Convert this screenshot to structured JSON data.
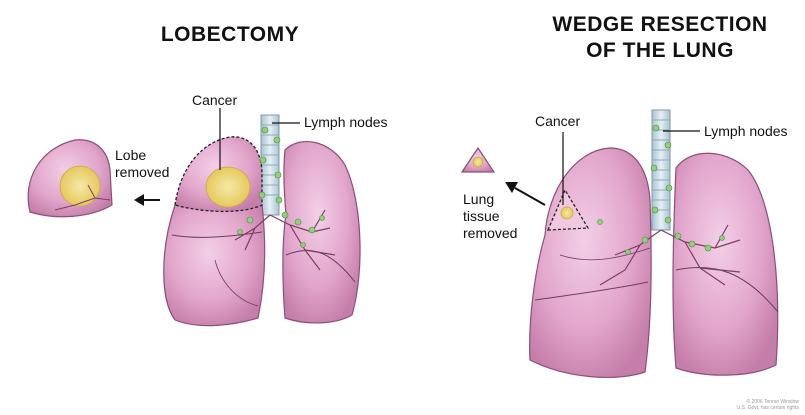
{
  "left_panel": {
    "title": "LOBECTOMY",
    "label_cancer": "Cancer",
    "label_lymph": "Lymph nodes",
    "label_lobe_line1": "Lobe",
    "label_lobe_line2": "removed"
  },
  "right_panel": {
    "title_line1": "WEDGE RESECTION",
    "title_line2": "OF THE LUNG",
    "label_cancer": "Cancer",
    "label_lymph": "Lymph nodes",
    "label_tissue_line1": "Lung",
    "label_tissue_line2": "tissue",
    "label_tissue_line3": "removed"
  },
  "copyright_line1": "© 2006 Terese Winslow",
  "copyright_line2": "U.S. Govt. has certain rights",
  "colors": {
    "lung_fill": "#e4a9cf",
    "lung_stroke": "#8b4f76",
    "tumor": "#f1dc8a",
    "lymph_node": "#8fd17a",
    "trachea": "#cfe0ea"
  }
}
